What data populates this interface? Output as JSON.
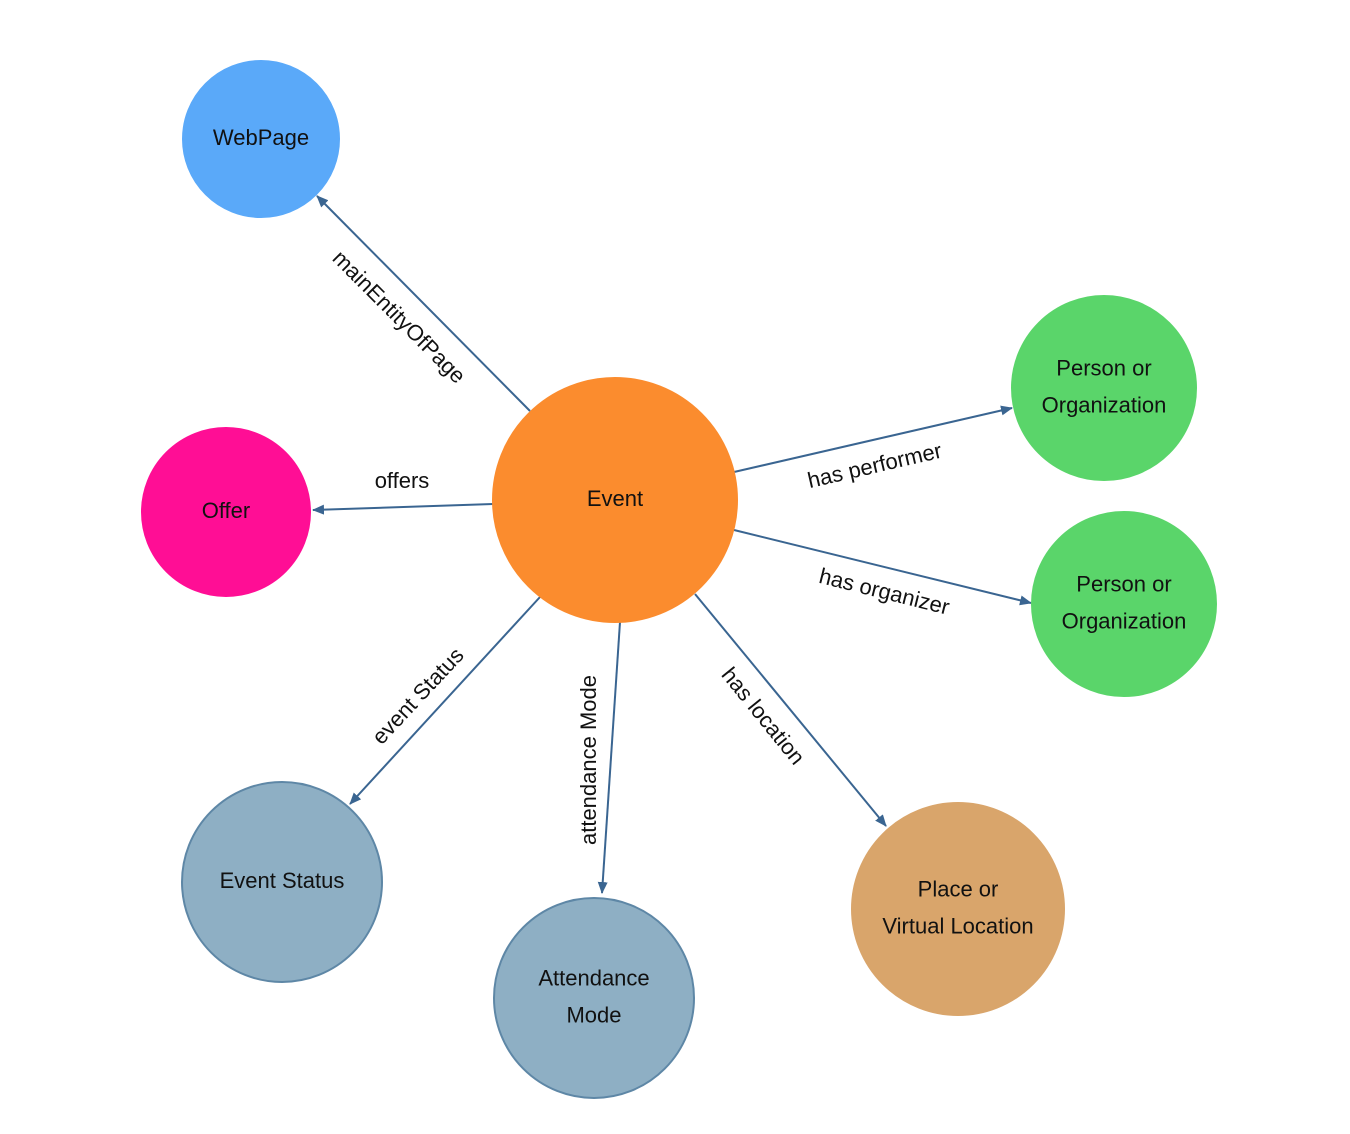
{
  "colors": {
    "edge": "#3a6591"
  },
  "nodes": [
    {
      "id": "event",
      "label_lines": [
        "Event"
      ],
      "fill": "#fb8c2e",
      "stroke": "#fb8c2e"
    },
    {
      "id": "webpage",
      "label_lines": [
        "WebPage"
      ],
      "fill": "#5aa9f9",
      "stroke": "#5aa9f9"
    },
    {
      "id": "offer",
      "label_lines": [
        "Offer"
      ],
      "fill": "#ff0e95",
      "stroke": "#ff0e95"
    },
    {
      "id": "performer",
      "label_lines": [
        "Person or",
        "Organization"
      ],
      "fill": "#5ad56a",
      "stroke": "#5ad56a"
    },
    {
      "id": "organizer",
      "label_lines": [
        "Person or",
        "Organization"
      ],
      "fill": "#5ad56a",
      "stroke": "#5ad56a"
    },
    {
      "id": "event-status",
      "label_lines": [
        "Event Status"
      ],
      "fill": "#8eafc4",
      "stroke": "#5e87a6"
    },
    {
      "id": "attendance-mode",
      "label_lines": [
        "Attendance",
        "Mode"
      ],
      "fill": "#8eafc4",
      "stroke": "#5e87a6"
    },
    {
      "id": "location",
      "label_lines": [
        "Place or",
        "Virtual Location"
      ],
      "fill": "#d9a56b",
      "stroke": "#d9a56b"
    }
  ],
  "edges": [
    {
      "from": "event",
      "to": "webpage",
      "label": "mainEntityOfPage"
    },
    {
      "from": "event",
      "to": "offer",
      "label": "offers"
    },
    {
      "from": "event",
      "to": "performer",
      "label": "has performer"
    },
    {
      "from": "event",
      "to": "organizer",
      "label": "has organizer"
    },
    {
      "from": "event",
      "to": "event-status",
      "label": "event Status"
    },
    {
      "from": "event",
      "to": "attendance-mode",
      "label": "attendance Mode"
    },
    {
      "from": "event",
      "to": "location",
      "label": "has location"
    }
  ]
}
